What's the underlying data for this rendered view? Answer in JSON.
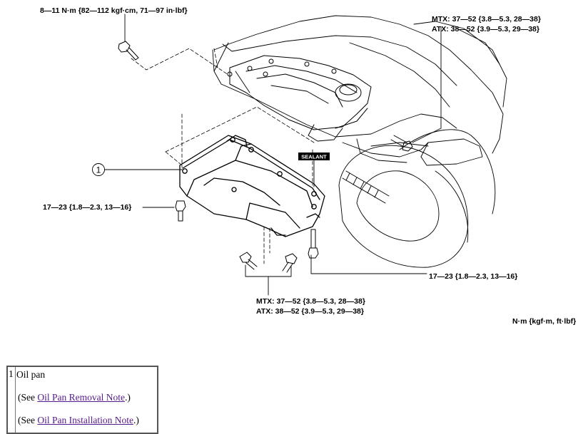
{
  "torque": {
    "top_bolt": "8—11 N·m {82—112 kgf·cm, 71—97 in·lbf}",
    "upper_right_mtx": "MTX: 37—52 {3.8—5.3, 28—38}",
    "upper_right_atx": "ATX: 38—52 {3.9—5.3, 29—38}",
    "left_bolt": "17—23 {1.8—2.3, 13—16}",
    "right_bolt": "17—23 {1.8—2.3, 13—16}",
    "lower_mtx": "MTX: 37—52 {3.8—5.3, 28—38}",
    "lower_atx": "ATX: 38—52 {3.9—5.3, 29—38}",
    "units": "N·m {kgf·m, ft·lbf}"
  },
  "callout_number": "1",
  "sealant_tag": "SEALANT",
  "legend": {
    "number": "1",
    "part": "Oil pan",
    "see_prefix": "(See ",
    "see_suffix": ".)",
    "removal_link": "Oil Pan Removal Note",
    "installation_link": "Oil Pan Installation Note"
  }
}
